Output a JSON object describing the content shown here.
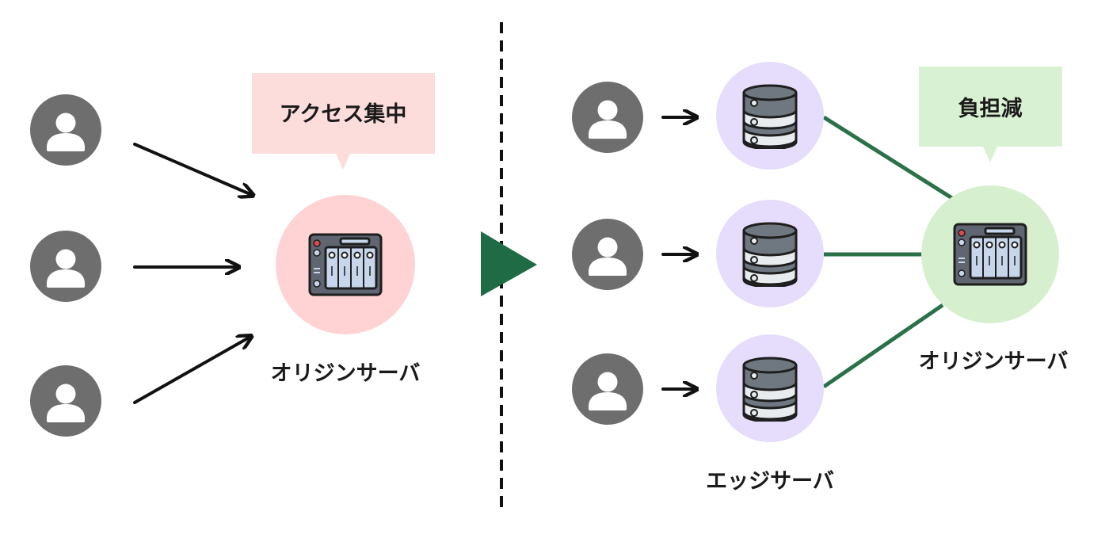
{
  "left": {
    "callout_text": "アクセス集中",
    "origin_label": "オリジンサーバ"
  },
  "right": {
    "callout_text": "負担減",
    "origin_label": "オリジンサーバ",
    "edge_label": "エッジサーバ"
  },
  "colors": {
    "user_circle": "#6e6e6e",
    "user_figure": "#ffffff",
    "arrow": "#111111",
    "divider": "#111111",
    "transition_triangle": "#1f6b45",
    "left_origin_circle": "#ffd3d3",
    "left_callout_bg": "#fddcdc",
    "right_origin_circle": "#d6f0cf",
    "right_callout_bg": "#d9f1d3",
    "edge_circle": "#e6dcfb",
    "connection_line": "#2a7148",
    "database_fill": "#6f7780",
    "database_band": "#e9ecef",
    "nas_body": "#5f6672",
    "nas_panel": "#c7d6ea",
    "nas_indicator_red": "#e0484f"
  },
  "icons": {
    "user": "user-icon",
    "arrow": "arrow-right-icon",
    "nas": "nas-server-icon",
    "database": "database-icon",
    "transition": "play-triangle-icon"
  }
}
